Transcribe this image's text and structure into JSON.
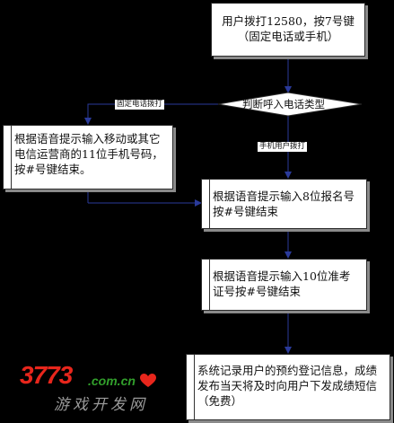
{
  "nodes": {
    "start": "用户拨打12580，按7号键（固定电话或手机）",
    "decision": "判断呼入电话类型",
    "mobile_input": "根据语音提示输入移动或其它电信运营商的11位手机号码，按#号键结束。",
    "register_input": "根据语音提示输入8位报名号按#号键结束",
    "ticket_input": "根据语音提示输入10位准考证号按#号键结束",
    "finish": "系统记录用户的预约登记信息，成绩发布当天将及时向用户下发成绩短信（免费）"
  },
  "edge_labels": {
    "fixed": "固定电话拨打",
    "mobile": "手机用户拨打"
  },
  "logo": {
    "main": "3773",
    "domain": ".com.cn",
    "sub": "游戏开发网"
  }
}
